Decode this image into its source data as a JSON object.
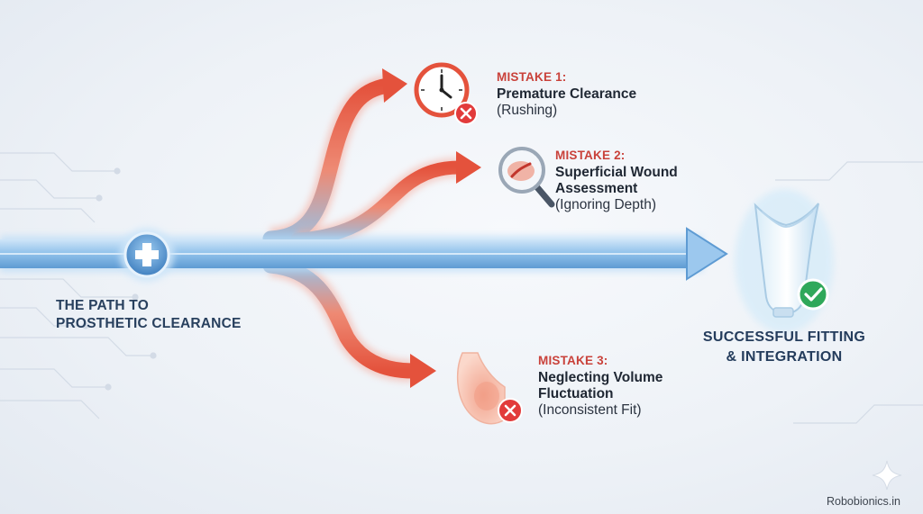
{
  "path_label": {
    "line1": "THE PATH TO",
    "line2": "PROSTHETIC CLEARANCE"
  },
  "mistakes": [
    {
      "title": "MISTAKE 1:",
      "name": "Premature Clearance",
      "name2": "",
      "note": "(Rushing)",
      "icon": "clock-icon"
    },
    {
      "title": "MISTAKE 2:",
      "name": "Superficial Wound",
      "name2": "Assessment",
      "note": "(Ignoring Depth)",
      "icon": "magnifier-icon"
    },
    {
      "title": "MISTAKE 3:",
      "name": "Neglecting Volume",
      "name2": "Fluctuation",
      "note": "(Inconsistent Fit)",
      "icon": "limb-icon"
    }
  ],
  "success": {
    "line1": "SUCCESSFUL FITTING",
    "line2": "& INTEGRATION",
    "icon": "prosthetic-socket-icon"
  },
  "watermark": "Robobionics.in",
  "colors": {
    "path_blue": "#7fb6e4",
    "path_blue_dark": "#4e8cc8",
    "mistake_red": "#e8604a",
    "mistake_title_red": "#c9413a",
    "success_green": "#2fa85a"
  }
}
